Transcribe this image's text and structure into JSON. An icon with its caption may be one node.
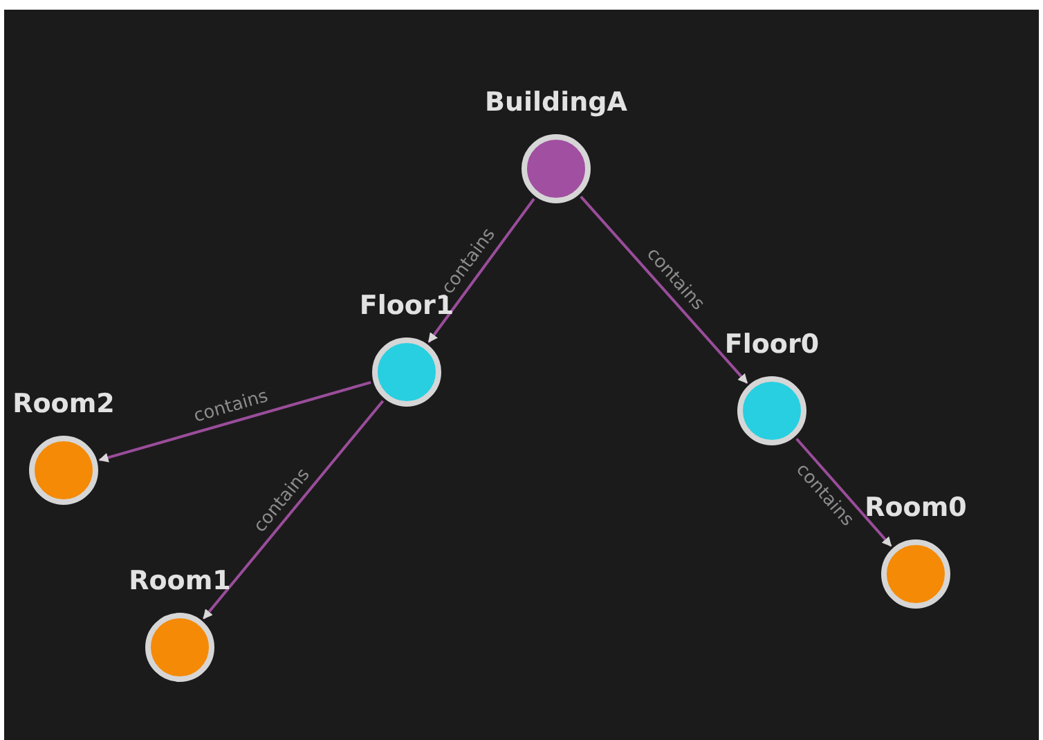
{
  "diagram": {
    "nodes": [
      {
        "text": [
          "BuildingA"
        ]
      },
      {
        "text": [
          "Floor1"
        ]
      },
      {
        "text": [
          "Floor0"
        ]
      },
      {
        "text": [
          "Room2"
        ]
      },
      {
        "text": [
          "Room1"
        ]
      },
      {
        "text": [
          "Room0"
        ]
      }
    ],
    "edges": [
      {
        "from": 0,
        "to": 1,
        "arrow": "to",
        "label": "contains"
      },
      {
        "from": 0,
        "to": 2,
        "arrow": "to",
        "label": "contains"
      },
      {
        "from": 1,
        "to": 3,
        "arrow": "to",
        "label": "contains"
      },
      {
        "from": 1,
        "to": 4,
        "arrow": "to",
        "label": "contains"
      },
      {
        "from": 2,
        "to": 5,
        "arrow": "to",
        "label": "contains"
      }
    ]
  }
}
